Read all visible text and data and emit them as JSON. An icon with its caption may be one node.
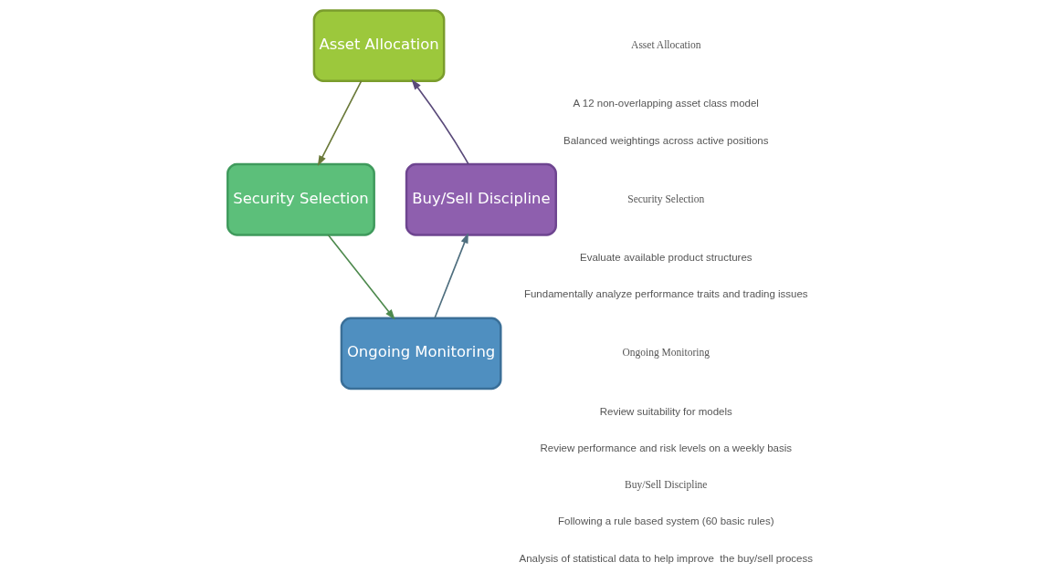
{
  "diagram": {
    "nodes": [
      {
        "text": [
          "Asset Allocation"
        ]
      },
      {
        "text": [
          "Security Selection"
        ]
      },
      {
        "text": [
          "Ongoing Monitoring"
        ]
      },
      {
        "text": [
          "Buy/Sell Discipline"
        ]
      }
    ],
    "edges": [
      {
        "from": 0,
        "to": 1,
        "arrow": "to",
        "color": "#6b7a3a"
      },
      {
        "from": 1,
        "to": 2,
        "arrow": "to",
        "color": "#4e8a4e"
      },
      {
        "from": 2,
        "to": 3,
        "arrow": "to",
        "color": "#4f6f7f"
      },
      {
        "from": 3,
        "to": 0,
        "arrow": "to",
        "color": "#5a4a7a"
      }
    ],
    "labels": [
      "Asset Allocation",
      "A 12 non-overlapping asset class model",
      "Balanced weightings across active positions",
      "Security Selection",
      "Evaluate available product structures",
      "Fundamentally analyze performance traits and trading issues",
      "Ongoing Monitoring",
      "Review suitability for models",
      "Review performance and risk levels on a weekly basis",
      "Buy/Sell Discipline",
      "Following a rule based system (60 basic rules)",
      "Analysis of statistical data to help improve  the buy/sell process"
    ]
  }
}
